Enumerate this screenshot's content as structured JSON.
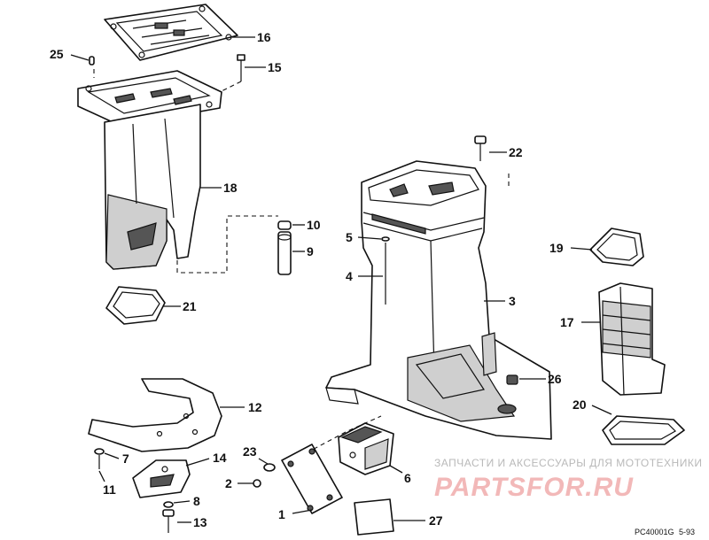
{
  "diagram": {
    "callouts": [
      {
        "id": "c16",
        "text": "16"
      },
      {
        "id": "c25",
        "text": "25"
      },
      {
        "id": "c15",
        "text": "15"
      },
      {
        "id": "c18",
        "text": "18"
      },
      {
        "id": "c22",
        "text": "22"
      },
      {
        "id": "c10",
        "text": "10"
      },
      {
        "id": "c5",
        "text": "5"
      },
      {
        "id": "c9",
        "text": "9"
      },
      {
        "id": "c19",
        "text": "19"
      },
      {
        "id": "c4",
        "text": "4"
      },
      {
        "id": "c21",
        "text": "21"
      },
      {
        "id": "c3",
        "text": "3"
      },
      {
        "id": "c17",
        "text": "17"
      },
      {
        "id": "c26",
        "text": "26"
      },
      {
        "id": "c12",
        "text": "12"
      },
      {
        "id": "c20",
        "text": "20"
      },
      {
        "id": "c7",
        "text": "7"
      },
      {
        "id": "c14",
        "text": "14"
      },
      {
        "id": "c23",
        "text": "23"
      },
      {
        "id": "c11",
        "text": "11"
      },
      {
        "id": "c2",
        "text": "2"
      },
      {
        "id": "c6",
        "text": "6"
      },
      {
        "id": "c8",
        "text": "8"
      },
      {
        "id": "c1",
        "text": "1"
      },
      {
        "id": "c13",
        "text": "13"
      },
      {
        "id": "c27",
        "text": "27"
      }
    ],
    "drawing_code": "PC40001G",
    "drawing_date": "5-93"
  },
  "watermark": {
    "tagline": "ЗАПЧАСТИ И АКСЕССУАРЫ ДЛЯ МОТОТЕХНИКИ",
    "brand": "PARTSFOR.RU",
    "brand_color": "#f2b8b8"
  }
}
